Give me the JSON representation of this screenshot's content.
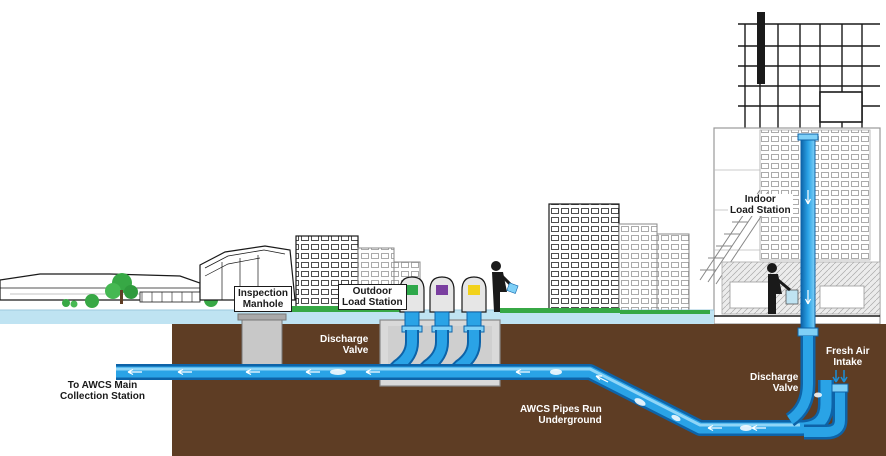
{
  "labels": {
    "inspection_manhole": [
      "Inspection",
      "Manhole"
    ],
    "outdoor_load_station": [
      "Outdoor",
      "Load Station"
    ],
    "indoor_load_station": [
      "Indoor",
      "Load Station"
    ],
    "discharge_valve_left": [
      "Discharge",
      "Valve"
    ],
    "discharge_valve_right": [
      "Discharge",
      "Valve"
    ],
    "fresh_air_intake": [
      "Fresh Air",
      "Intake"
    ],
    "to_main_collection": [
      "To AWCS Main",
      "Collection Station"
    ],
    "pipes_run_underground": [
      "AWCS Pipes Run",
      "Underground"
    ]
  },
  "colors": {
    "pipe": "#2aa3e6",
    "pipe_dark": "#0d63a8",
    "soil": "#5e3d24",
    "ground_strip": "#bfe3f2",
    "grass": "#37a845",
    "concrete": "#c8c8c8",
    "bin_green": "#2ea84a",
    "bin_purple": "#7a3fa0",
    "bin_yellow": "#f2d21b"
  }
}
